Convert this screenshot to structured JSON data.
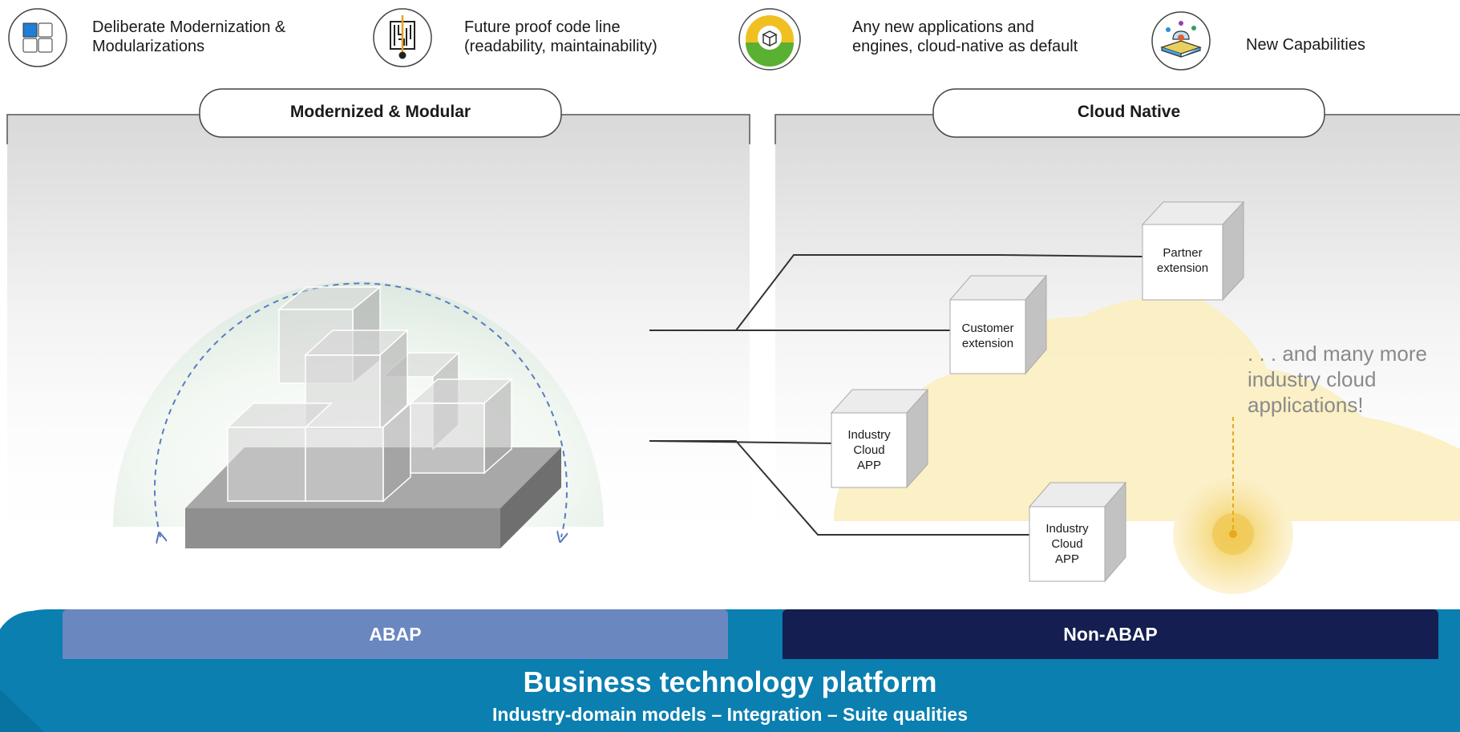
{
  "legend": [
    {
      "icon": "modular-grid-icon",
      "text_line1": "Deliberate Modernization &",
      "text_line2": "Modularizations"
    },
    {
      "icon": "code-maze-icon",
      "text_line1": "Future proof code line",
      "text_line2": "(readability, maintainability)"
    },
    {
      "icon": "cloud-native-box-icon",
      "text_line1": "Any new applications and",
      "text_line2": "engines, cloud-native as default"
    },
    {
      "icon": "new-capabilities-icon",
      "text_line1": "New Capabilities",
      "text_line2": ""
    }
  ],
  "panels": {
    "left_title": "Modernized & Modular",
    "right_title": "Cloud Native"
  },
  "cubes": [
    {
      "label_line1": "Partner",
      "label_line2": "extension",
      "label_line3": ""
    },
    {
      "label_line1": "Customer",
      "label_line2": "extension",
      "label_line3": ""
    },
    {
      "label_line1": "Industry",
      "label_line2": "Cloud",
      "label_line3": "APP"
    },
    {
      "label_line1": "Industry",
      "label_line2": "Cloud",
      "label_line3": "APP"
    }
  ],
  "many_more": {
    "line1": ". . . and many more",
    "line2": "industry cloud",
    "line3": "applications!"
  },
  "bars": {
    "abap": "ABAP",
    "non_abap": "Non-ABAP"
  },
  "platform": {
    "title": "Business technology platform",
    "subtitle": "Industry-domain models – Integration – Suite qualities"
  },
  "colors": {
    "abap_bar": "#6a87c0",
    "non_abap_bar": "#141e50",
    "platform": "#0a7fb0",
    "platform_dark": "#0872a0",
    "cloud": "#fbeec0",
    "glow": "#f5d878",
    "dashed": "#5a7cc0"
  }
}
